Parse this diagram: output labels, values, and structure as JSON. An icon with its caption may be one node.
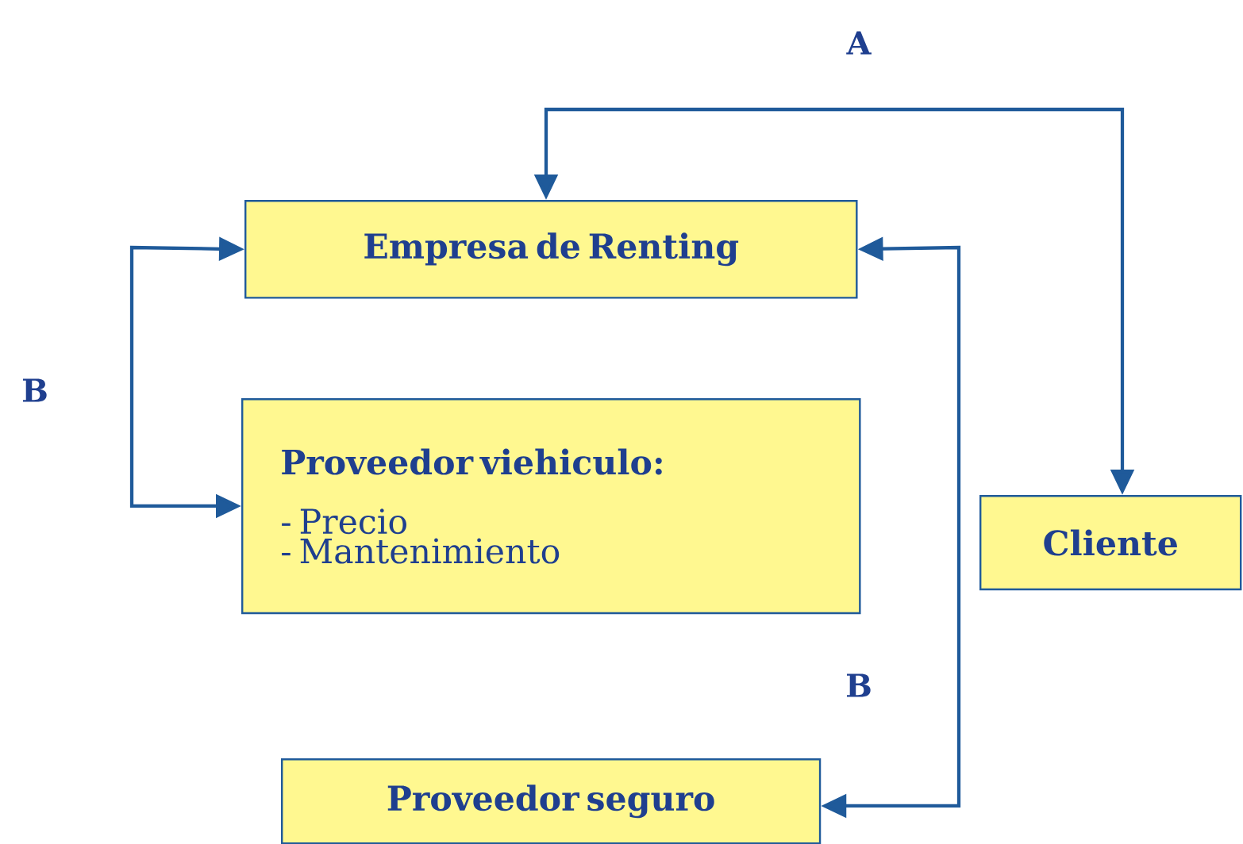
{
  "diagram": {
    "nodes": [
      {
        "text": [
          "Empresa de Renting"
        ]
      },
      {
        "text": [
          "Proveedor viehiculo:",
          "- Precio",
          "- Mantenimiento"
        ]
      },
      {
        "text": [
          "Cliente"
        ]
      },
      {
        "text": [
          "Proveedor seguro"
        ]
      }
    ],
    "edges": [
      {
        "from": 0,
        "to": 2,
        "arrow": "both",
        "label": "A"
      },
      {
        "from": 0,
        "to": 1,
        "arrow": "both",
        "label": "B"
      },
      {
        "from": 0,
        "to": 3,
        "arrow": "both",
        "label": "B"
      }
    ]
  }
}
